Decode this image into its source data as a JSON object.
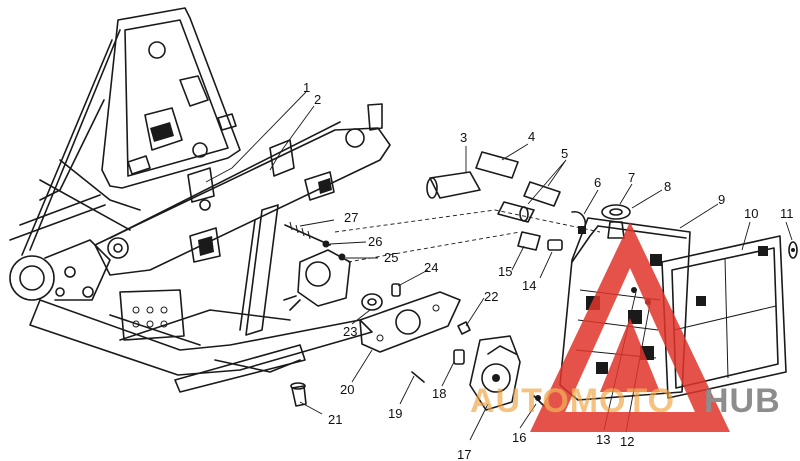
{
  "callouts": [
    {
      "id": "1",
      "text": "1"
    },
    {
      "id": "2",
      "text": "2"
    },
    {
      "id": "3",
      "text": "3"
    },
    {
      "id": "4",
      "text": "4"
    },
    {
      "id": "5",
      "text": "5"
    },
    {
      "id": "6",
      "text": "6"
    },
    {
      "id": "7",
      "text": "7"
    },
    {
      "id": "8",
      "text": "8"
    },
    {
      "id": "9",
      "text": "9"
    },
    {
      "id": "10",
      "text": "10"
    },
    {
      "id": "11",
      "text": "11"
    },
    {
      "id": "12",
      "text": "12"
    },
    {
      "id": "13",
      "text": "13"
    },
    {
      "id": "14",
      "text": "14"
    },
    {
      "id": "15",
      "text": "15"
    },
    {
      "id": "16",
      "text": "16"
    },
    {
      "id": "17",
      "text": "17"
    },
    {
      "id": "18",
      "text": "18"
    },
    {
      "id": "19",
      "text": "19"
    },
    {
      "id": "20",
      "text": "20"
    },
    {
      "id": "21",
      "text": "21"
    },
    {
      "id": "22",
      "text": "22"
    },
    {
      "id": "23",
      "text": "23"
    },
    {
      "id": "24",
      "text": "24"
    },
    {
      "id": "25",
      "text": "25"
    },
    {
      "id": "26",
      "text": "26"
    },
    {
      "id": "27",
      "text": "27"
    }
  ],
  "watermark": {
    "text_part1": "AUTOMOTO",
    "text_part2": "HUB",
    "color_primary": "#e0342a",
    "color_accent": "#f0a23a",
    "color_secondary": "#7a7a7a"
  }
}
